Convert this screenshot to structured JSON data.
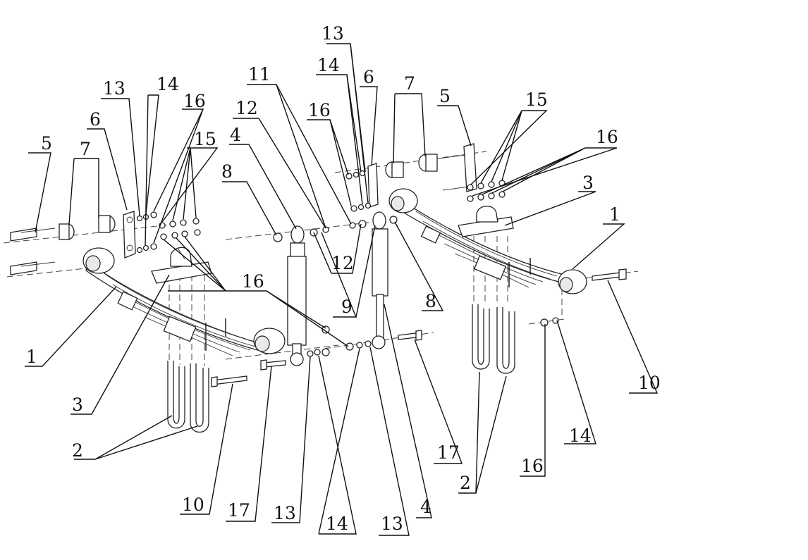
{
  "diagram": {
    "labels": {
      "l1a": "1",
      "l1b": "1",
      "l2a": "2",
      "l2b": "2",
      "l3a": "3",
      "l3b": "3",
      "l4a": "4",
      "l4b": "4",
      "l5a": "5",
      "l5b": "5",
      "l6a": "6",
      "l6b": "6",
      "l7a": "7",
      "l7b": "7",
      "l8a": "8",
      "l8b": "8",
      "l9": "9",
      "l10a": "10",
      "l10b": "10",
      "l11": "11",
      "l12a": "12",
      "l12b": "12",
      "l13a": "13",
      "l13b": "13",
      "l13c": "13",
      "l13d": "13",
      "l14a": "14",
      "l14b": "14",
      "l14c": "14",
      "l14d": "14",
      "l15a": "15",
      "l15b": "15",
      "l16a": "16",
      "l16b": "16",
      "l16c": "16",
      "l16d": "16",
      "l16e": "16",
      "l17a": "17",
      "l17b": "17"
    }
  }
}
